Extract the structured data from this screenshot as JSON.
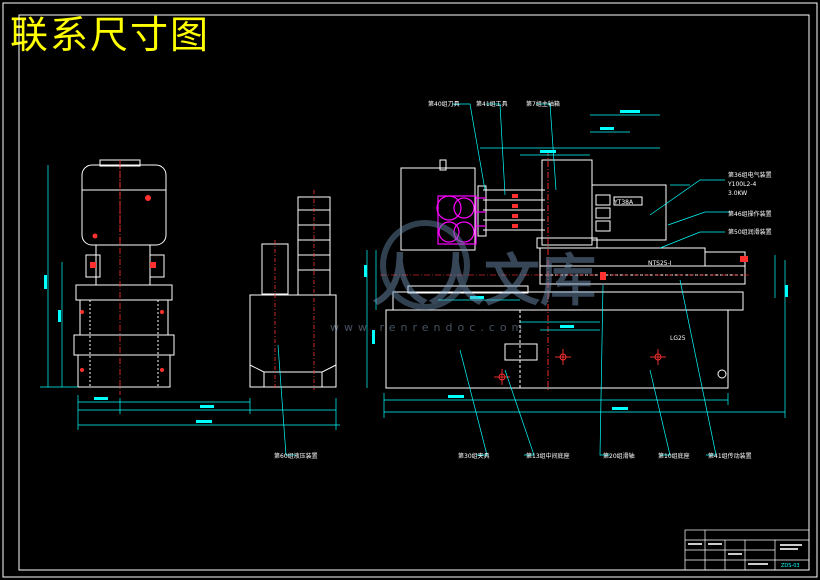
{
  "title": "联系尺寸图",
  "callouts": {
    "top": [
      "第40组刀具",
      "第41组工具",
      "第7组主轴箱"
    ],
    "motor": [
      "第36组电气装置",
      "Y100L2-4",
      "3.0KW"
    ],
    "right": [
      "第46组操作装置",
      "第50组润滑装置"
    ],
    "bottom": [
      "第60组液压装置",
      "第30组夹具",
      "第13组中间底座",
      "第20组滑轴",
      "第10组底座",
      "第41组传动装置"
    ]
  },
  "model_labels": [
    "YT38A",
    "NTS25-I",
    "LG25"
  ],
  "title_block": {
    "drawing_no": "ZDS-03"
  },
  "watermark": {
    "text": "人人文库",
    "url": "www.renrendoc.com"
  },
  "colors": {
    "frame": "#ffffff",
    "outline": "#ffffff",
    "center": "#ff3030",
    "dimension": "#00ffff",
    "cutter": "#ff00ff",
    "motor": "#00ffff",
    "title": "#ffff00"
  }
}
